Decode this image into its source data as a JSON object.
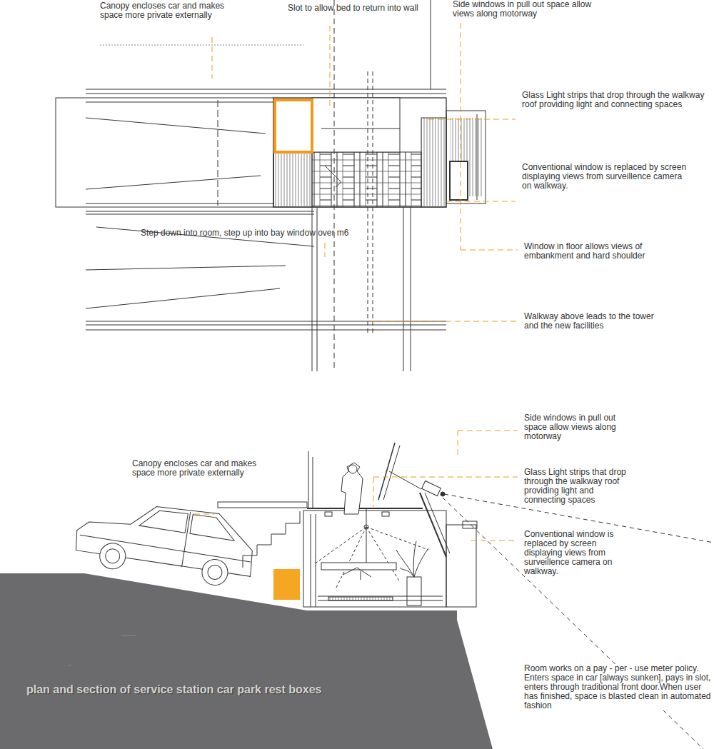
{
  "diagram": {
    "caption": "plan and section of service station car park rest boxes",
    "labels": [
      "Canopy encloses car and makes space more private externally",
      "Slot to allow bed to return into wall",
      "Side windows in pull out space allow views along motorway",
      "Glass Light strips that drop through the walkway roof providing light and connecting spaces",
      "Conventional window is replaced by screen displaying views from surveillence camera on walkway.",
      "Step down into room, step up into bay window over m6",
      "Window in floor allows views of embankment and hard shoulder",
      "Walkway above leads to the tower and the new facilities",
      "Side windows in pull out space allow views along motorway",
      "Canopy encloses car and makes space more private externally",
      "Glass Light strips that drop through the walkway roof providing light and connecting spaces",
      "Conventional window is replaced by screen displaying views from surveillence camera on walkway.",
      "Room works on a pay - per - use meter policy. Enters space in car [always sunken], pays in slot, enters through traditional front door.When user has finished, space is blasted clean in automated fashion"
    ]
  }
}
